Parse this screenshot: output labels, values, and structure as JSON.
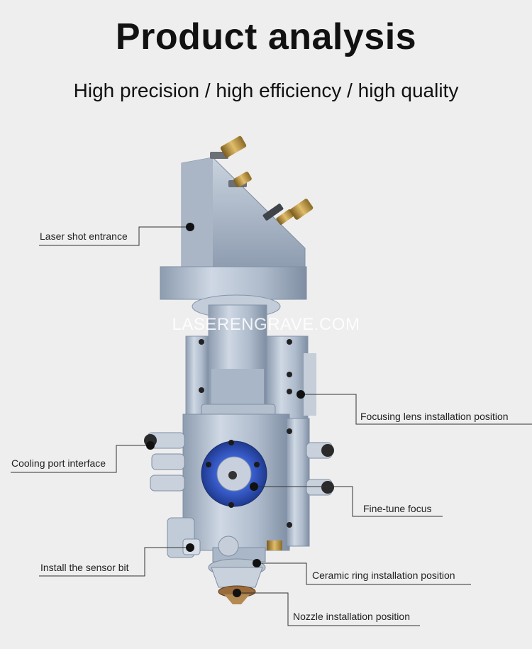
{
  "header": {
    "title": "Product analysis",
    "subtitle": "High precision / high efficiency / high quality"
  },
  "watermark": "LASERENGRAVE.COM",
  "callouts": [
    {
      "id": "laser-shot",
      "text": "Laser shot entrance"
    },
    {
      "id": "focusing-lens",
      "text": "Focusing lens installation position"
    },
    {
      "id": "cooling-port",
      "text": "Cooling port interface"
    },
    {
      "id": "fine-tune",
      "text": "Fine-tune focus"
    },
    {
      "id": "sensor-bit",
      "text": "Install the sensor bit"
    },
    {
      "id": "ceramic-ring",
      "text": "Ceramic ring installation position"
    },
    {
      "id": "nozzle",
      "text": "Nozzle installation position"
    }
  ],
  "colors": {
    "background": "#eeeeee",
    "metal": "#b9c6d6",
    "blue_dial": "#2d4fb8",
    "brass": "#b8913c"
  }
}
